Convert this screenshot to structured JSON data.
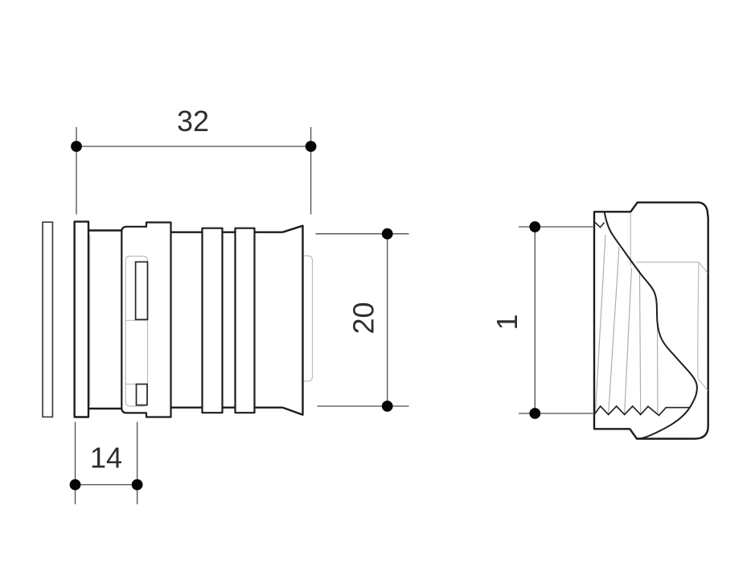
{
  "drawing": {
    "dimensions": {
      "d32": {
        "label": "32"
      },
      "d20": {
        "label": "20"
      },
      "d14": {
        "label": "14"
      },
      "d1": {
        "label": "1"
      }
    },
    "colors": {
      "background": "#ffffff",
      "outline": "#1b1b1b",
      "hidden_edge": "#bcbcbc",
      "thread_line": "#a9a9a9",
      "dimension_line": "#4f4f4f",
      "dimension_dot": "#050505",
      "dimension_text": "#2e2e2e"
    }
  }
}
